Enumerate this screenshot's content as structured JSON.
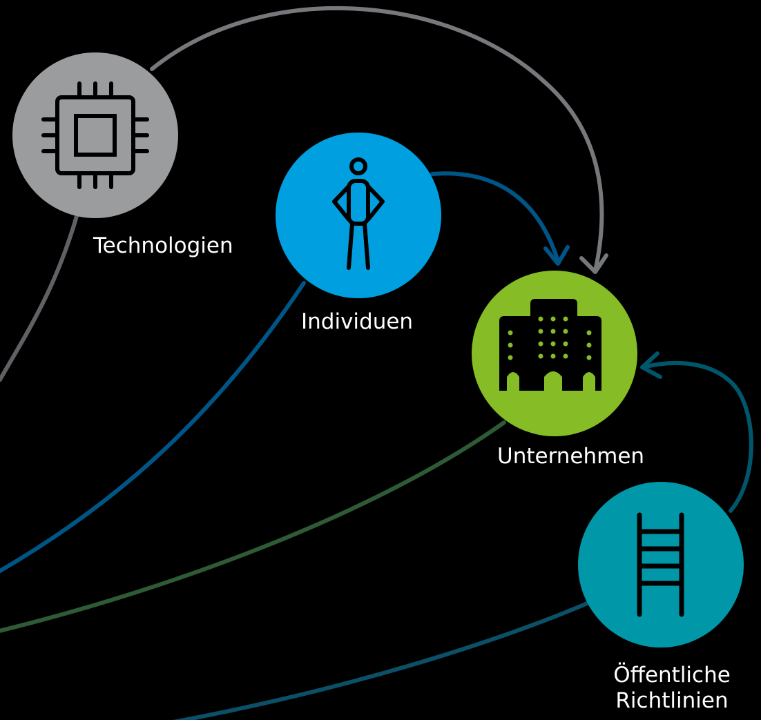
{
  "nodes": {
    "technologies": {
      "label": "Technologien",
      "color": "#9b9c9e",
      "icon": "cpu-chip-icon"
    },
    "individuals": {
      "label": "Individuen",
      "color": "#009fe0",
      "icon": "person-icon"
    },
    "companies": {
      "label": "Unternehmen",
      "color": "#86bc25",
      "icon": "office-buildings-icon"
    },
    "policies": {
      "label_line1": "Öffentliche",
      "label_line2": "Richtlinien",
      "color": "#0097a9",
      "icon": "ladder-icon"
    }
  },
  "edges": [
    {
      "from": "technologies",
      "to": "companies",
      "color": "#76787b"
    },
    {
      "from": "individuals",
      "to": "companies",
      "color": "#005587"
    },
    {
      "from": "policies",
      "to": "companies",
      "color": "#00576b"
    }
  ],
  "incoming_lines": [
    {
      "to": "technologies",
      "color": "#5f6164"
    },
    {
      "to": "individuals",
      "color": "#005587"
    },
    {
      "to": "companies",
      "color": "#2e5a36"
    },
    {
      "to": "policies",
      "color": "#0b5066"
    }
  ],
  "background": "#000000"
}
